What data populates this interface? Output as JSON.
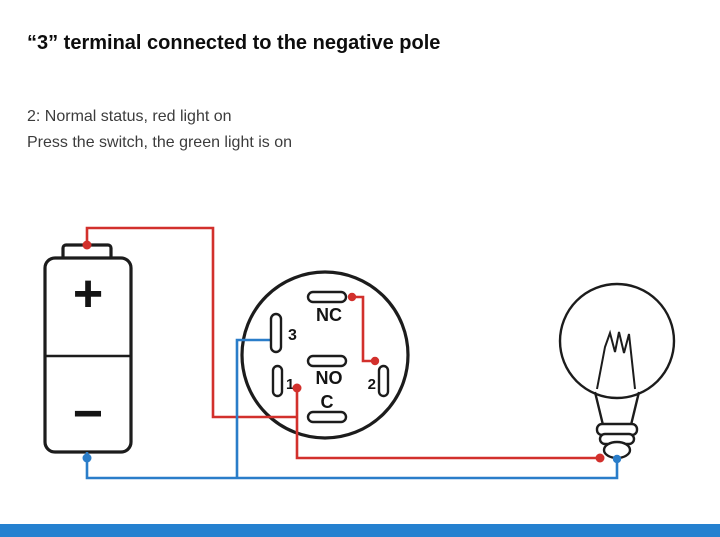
{
  "title": "“3” terminal connected to the negative pole",
  "description": {
    "line1": "2: Normal status, red light on",
    "line2": "Press the switch, the green light is on"
  },
  "battery": {
    "plus_label": "+",
    "minus_label": "−"
  },
  "switch": {
    "contact_labels": {
      "nc": "NC",
      "no": "NO",
      "c": "C"
    },
    "terminal_labels": {
      "t3": "3",
      "t1": "1",
      "t2": "2"
    }
  },
  "colors": {
    "wire_red": "#d2302c",
    "wire_blue": "#2a7dc9",
    "bottom_bar": "#2581d0",
    "outline": "#1c1c1c"
  }
}
